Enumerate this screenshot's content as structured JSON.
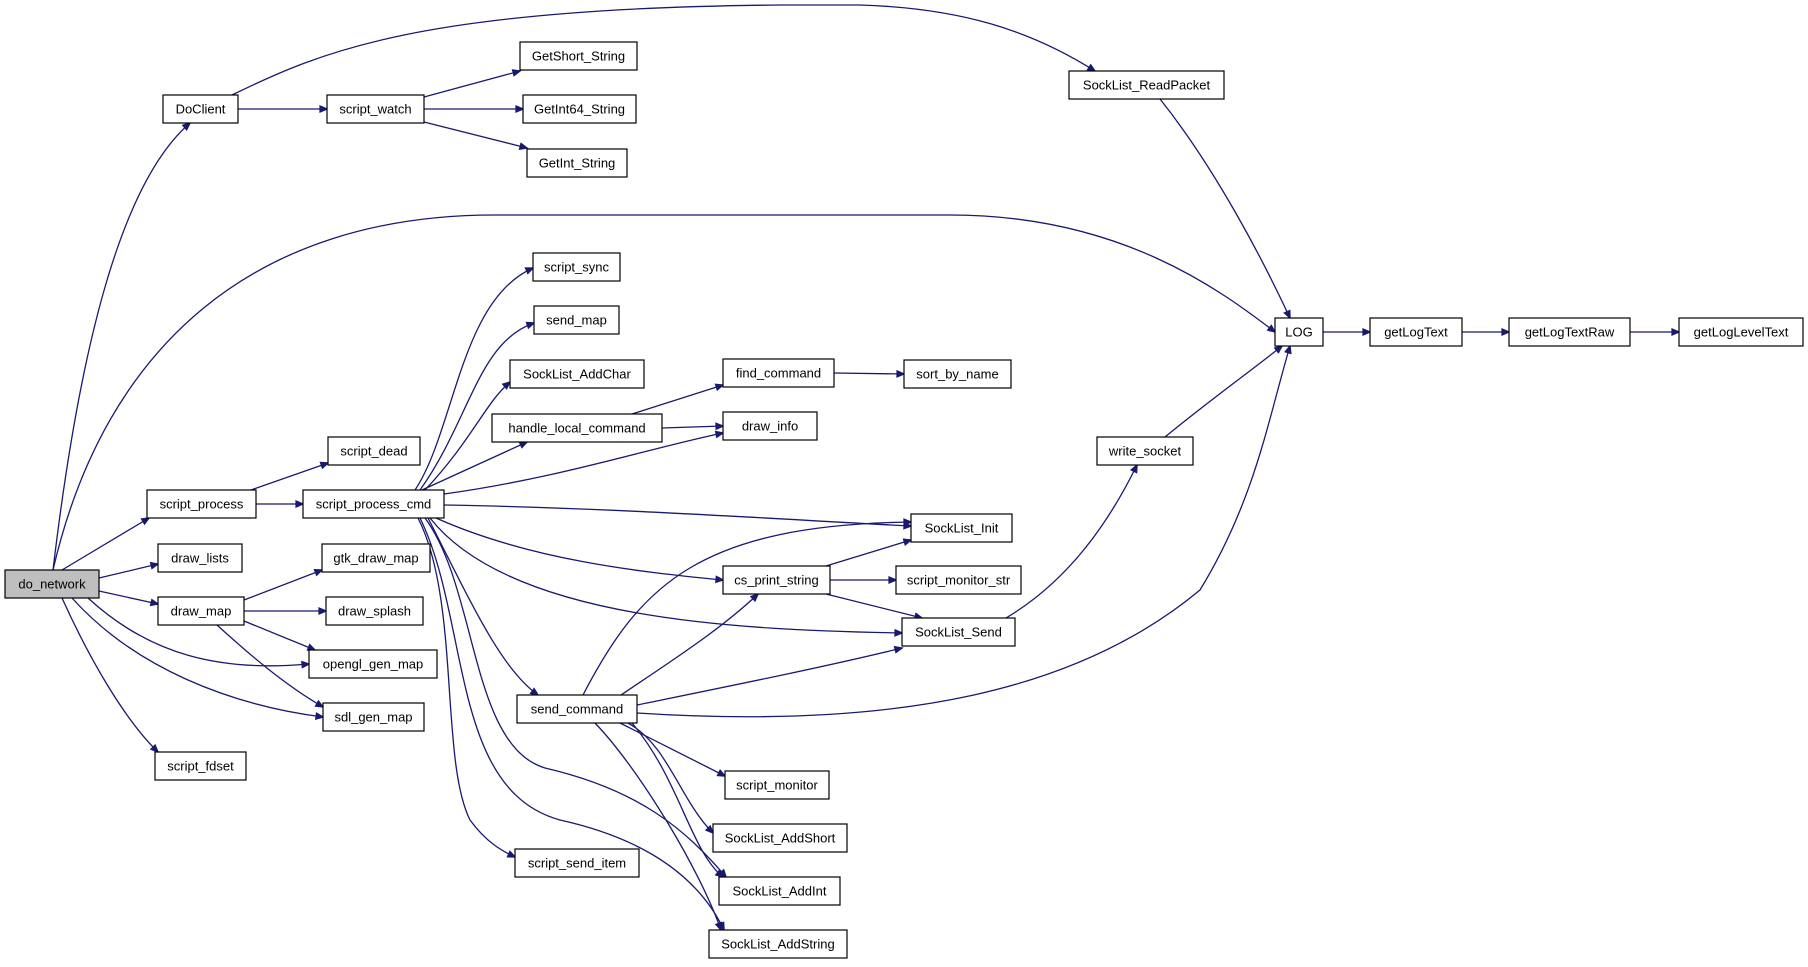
{
  "diagram": {
    "type": "call-graph",
    "nodes": [
      {
        "id": "do_network",
        "label": "do_network",
        "root": true
      },
      {
        "id": "DoClient",
        "label": "DoClient"
      },
      {
        "id": "script_watch",
        "label": "script_watch"
      },
      {
        "id": "GetShort_String",
        "label": "GetShort_String"
      },
      {
        "id": "GetInt64_String",
        "label": "GetInt64_String"
      },
      {
        "id": "GetInt_String",
        "label": "GetInt_String"
      },
      {
        "id": "SockList_ReadPacket",
        "label": "SockList_ReadPacket"
      },
      {
        "id": "LOG",
        "label": "LOG"
      },
      {
        "id": "getLogText",
        "label": "getLogText"
      },
      {
        "id": "getLogTextRaw",
        "label": "getLogTextRaw"
      },
      {
        "id": "getLogLevelText",
        "label": "getLogLevelText"
      },
      {
        "id": "script_process",
        "label": "script_process"
      },
      {
        "id": "script_dead",
        "label": "script_dead"
      },
      {
        "id": "script_process_cmd",
        "label": "script_process_cmd"
      },
      {
        "id": "script_sync",
        "label": "script_sync"
      },
      {
        "id": "send_map",
        "label": "send_map"
      },
      {
        "id": "SockList_AddChar",
        "label": "SockList_AddChar"
      },
      {
        "id": "handle_local_command",
        "label": "handle_local_command"
      },
      {
        "id": "find_command",
        "label": "find_command"
      },
      {
        "id": "sort_by_name",
        "label": "sort_by_name"
      },
      {
        "id": "draw_info",
        "label": "draw_info"
      },
      {
        "id": "write_socket",
        "label": "write_socket"
      },
      {
        "id": "SockList_Init",
        "label": "SockList_Init"
      },
      {
        "id": "cs_print_string",
        "label": "cs_print_string"
      },
      {
        "id": "script_monitor_str",
        "label": "script_monitor_str"
      },
      {
        "id": "SockList_Send",
        "label": "SockList_Send"
      },
      {
        "id": "draw_lists",
        "label": "draw_lists"
      },
      {
        "id": "draw_map",
        "label": "draw_map"
      },
      {
        "id": "gtk_draw_map",
        "label": "gtk_draw_map"
      },
      {
        "id": "draw_splash",
        "label": "draw_splash"
      },
      {
        "id": "opengl_gen_map",
        "label": "opengl_gen_map"
      },
      {
        "id": "sdl_gen_map",
        "label": "sdl_gen_map"
      },
      {
        "id": "script_fdset",
        "label": "script_fdset"
      },
      {
        "id": "send_command",
        "label": "send_command"
      },
      {
        "id": "script_monitor",
        "label": "script_monitor"
      },
      {
        "id": "SockList_AddShort",
        "label": "SockList_AddShort"
      },
      {
        "id": "SockList_AddInt",
        "label": "SockList_AddInt"
      },
      {
        "id": "SockList_AddString",
        "label": "SockList_AddString"
      },
      {
        "id": "script_send_item",
        "label": "script_send_item"
      }
    ],
    "edges": [
      {
        "from": "do_network",
        "to": "DoClient"
      },
      {
        "from": "do_network",
        "to": "LOG"
      },
      {
        "from": "do_network",
        "to": "script_process"
      },
      {
        "from": "do_network",
        "to": "draw_lists"
      },
      {
        "from": "do_network",
        "to": "draw_map"
      },
      {
        "from": "do_network",
        "to": "opengl_gen_map"
      },
      {
        "from": "do_network",
        "to": "sdl_gen_map"
      },
      {
        "from": "do_network",
        "to": "script_fdset"
      },
      {
        "from": "DoClient",
        "to": "script_watch"
      },
      {
        "from": "DoClient",
        "to": "SockList_ReadPacket"
      },
      {
        "from": "script_watch",
        "to": "GetShort_String"
      },
      {
        "from": "script_watch",
        "to": "GetInt64_String"
      },
      {
        "from": "script_watch",
        "to": "GetInt_String"
      },
      {
        "from": "SockList_ReadPacket",
        "to": "LOG"
      },
      {
        "from": "LOG",
        "to": "getLogText"
      },
      {
        "from": "getLogText",
        "to": "getLogTextRaw"
      },
      {
        "from": "getLogTextRaw",
        "to": "getLogLevelText"
      },
      {
        "from": "script_process",
        "to": "script_dead"
      },
      {
        "from": "script_process",
        "to": "script_process_cmd"
      },
      {
        "from": "script_process_cmd",
        "to": "script_sync"
      },
      {
        "from": "script_process_cmd",
        "to": "send_map"
      },
      {
        "from": "script_process_cmd",
        "to": "SockList_AddChar"
      },
      {
        "from": "script_process_cmd",
        "to": "handle_local_command"
      },
      {
        "from": "script_process_cmd",
        "to": "draw_info"
      },
      {
        "from": "script_process_cmd",
        "to": "SockList_Init"
      },
      {
        "from": "script_process_cmd",
        "to": "cs_print_string"
      },
      {
        "from": "script_process_cmd",
        "to": "SockList_Send"
      },
      {
        "from": "script_process_cmd",
        "to": "send_command"
      },
      {
        "from": "script_process_cmd",
        "to": "SockList_AddInt"
      },
      {
        "from": "script_process_cmd",
        "to": "SockList_AddString"
      },
      {
        "from": "script_process_cmd",
        "to": "script_send_item"
      },
      {
        "from": "handle_local_command",
        "to": "find_command"
      },
      {
        "from": "handle_local_command",
        "to": "draw_info"
      },
      {
        "from": "find_command",
        "to": "sort_by_name"
      },
      {
        "from": "cs_print_string",
        "to": "SockList_Init"
      },
      {
        "from": "cs_print_string",
        "to": "script_monitor_str"
      },
      {
        "from": "cs_print_string",
        "to": "SockList_Send"
      },
      {
        "from": "SockList_Send",
        "to": "write_socket"
      },
      {
        "from": "write_socket",
        "to": "LOG"
      },
      {
        "from": "draw_map",
        "to": "gtk_draw_map"
      },
      {
        "from": "draw_map",
        "to": "draw_splash"
      },
      {
        "from": "draw_map",
        "to": "opengl_gen_map"
      },
      {
        "from": "draw_map",
        "to": "sdl_gen_map"
      },
      {
        "from": "send_command",
        "to": "SockList_Init"
      },
      {
        "from": "send_command",
        "to": "cs_print_string"
      },
      {
        "from": "send_command",
        "to": "SockList_Send"
      },
      {
        "from": "send_command",
        "to": "LOG"
      },
      {
        "from": "send_command",
        "to": "script_monitor"
      },
      {
        "from": "send_command",
        "to": "SockList_AddShort"
      },
      {
        "from": "send_command",
        "to": "SockList_AddInt"
      },
      {
        "from": "send_command",
        "to": "SockList_AddString"
      }
    ]
  }
}
